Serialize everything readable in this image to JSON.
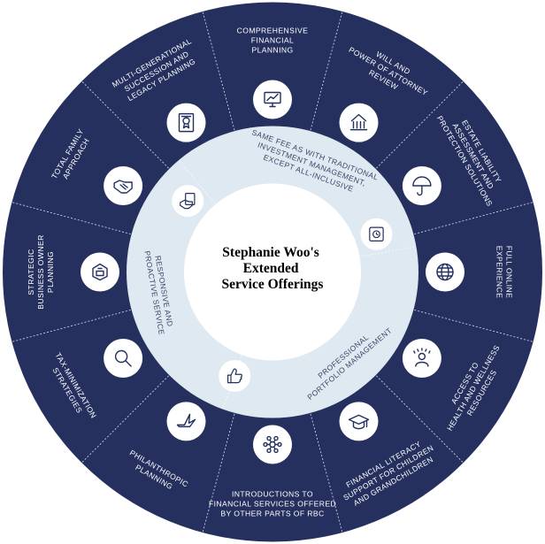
{
  "colors": {
    "outer_ring": "#25305e",
    "middle_ring": "#dfe9f1",
    "center": "#ffffff",
    "icon_bg": "#ffffff",
    "icon_stroke": "#24305e",
    "outer_text": "#ffffff",
    "inner_text": "#3d4a6b",
    "center_text": "#000000"
  },
  "center": {
    "lines": [
      "Stephanie Woo's",
      "Extended",
      "Service Offerings"
    ]
  },
  "inner_ring": [
    {
      "icon": "handshake-document-icon",
      "lines": [
        "SAME FEE AS WITH TRADITIONAL",
        "INVESTMENT MANAGEMENT,",
        "EXCEPT ALL-INCLUSIVE"
      ]
    },
    {
      "icon": "safe-icon",
      "lines": [
        "PROFESSIONAL",
        "PORTFOLIO MANAGEMENT"
      ]
    },
    {
      "icon": "thumbs-up-icon",
      "lines": [
        "RESPONSIVE AND",
        "PROACTIVE SERVICE"
      ]
    }
  ],
  "outer_ring": [
    {
      "icon": "monitor-chart-icon",
      "lines": [
        "COMPREHENSIVE",
        "FINANCIAL",
        "PLANNING"
      ]
    },
    {
      "icon": "gavel-icon",
      "lines": [
        "WILL AND",
        "POWER OF ATTORNEY",
        "REVIEW"
      ]
    },
    {
      "icon": "umbrella-icon",
      "lines": [
        "ESTATE LIABILITY",
        "ASSESSMENT AND",
        "PROTECTION SOLUTIONS"
      ]
    },
    {
      "icon": "globe-icon",
      "lines": [
        "FULL ONLINE",
        "EXPERIENCE"
      ]
    },
    {
      "icon": "wellness-person-icon",
      "lines": [
        "ACCESS TO",
        "HEALTH AND WELLNESS",
        "RESOURCES"
      ]
    },
    {
      "icon": "graduation-cap-icon",
      "lines": [
        "FINANCIAL LITERACY",
        "SUPPORT FOR CHILDREN",
        "AND GRANDCHILDREN"
      ]
    },
    {
      "icon": "network-icon",
      "lines": [
        "INTRODUCTIONS TO",
        "FINANCIAL SERVICES OFFERED",
        "BY OTHER PARTS OF RBC"
      ]
    },
    {
      "icon": "bird-icon",
      "lines": [
        "PHILANTHROPIC",
        "PLANNING"
      ]
    },
    {
      "icon": "magnifier-icon",
      "lines": [
        "TAX-MINIMIZATION",
        "STRATEGIES"
      ]
    },
    {
      "icon": "building-network-icon",
      "lines": [
        "STRATEGIC",
        "BUSINESS OWNER",
        "PLANNING"
      ]
    },
    {
      "icon": "handshake-icon",
      "lines": [
        "TOTAL FAMILY",
        "APPROACH"
      ]
    },
    {
      "icon": "certificate-icon",
      "lines": [
        "MULTI-GENERATIONAL",
        "SUCCESSION AND",
        "LEGACY PLANNING"
      ]
    }
  ]
}
